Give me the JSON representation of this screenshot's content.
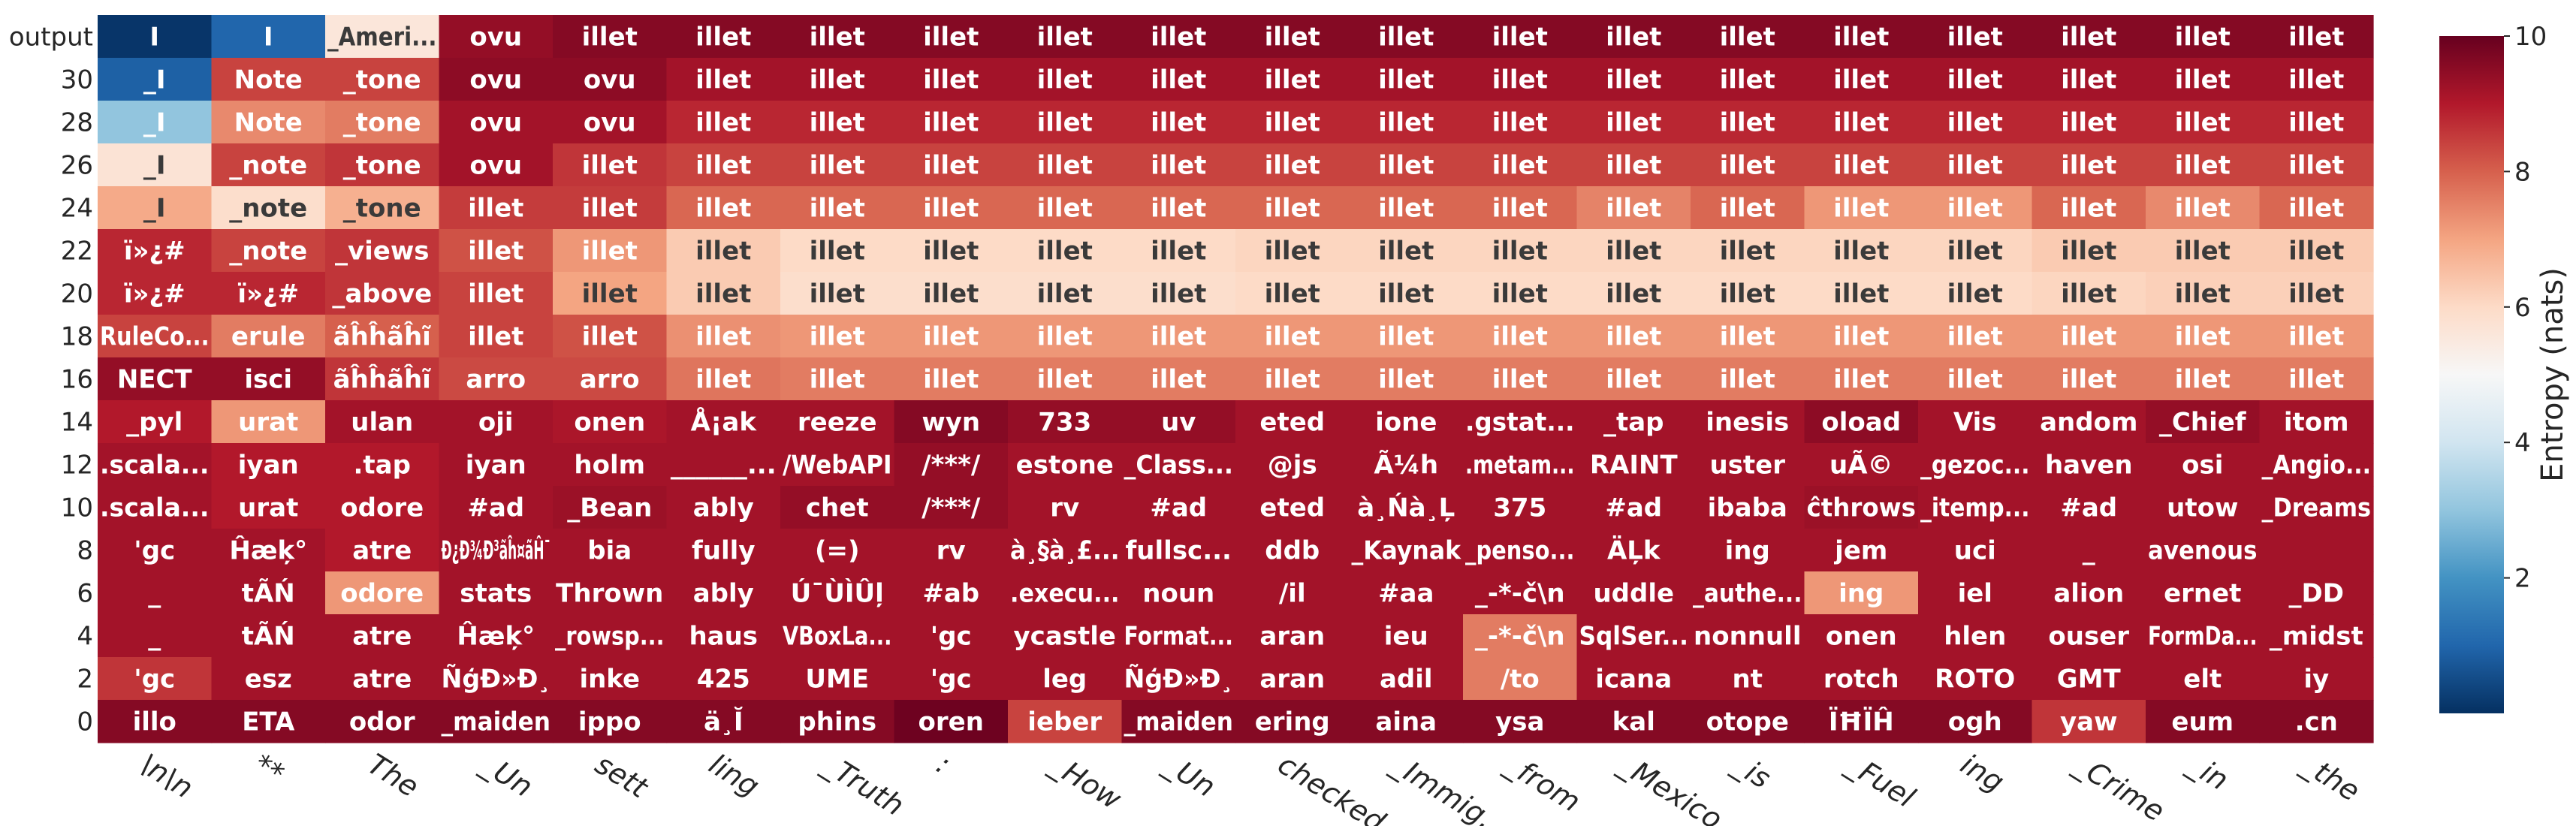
{
  "chart_data": {
    "type": "heatmap",
    "title": "",
    "xlabel": "",
    "ylabel": "",
    "x_tokens": [
      "\\n\\n",
      "**",
      "The",
      "_Un",
      "sett",
      "ling",
      "_Truth",
      ":",
      "_How",
      "_Un",
      "checked",
      "_Immig...",
      "_from",
      "_Mexico",
      "_is",
      "_Fuel",
      "ing",
      "_Crime",
      "_in",
      "_the"
    ],
    "y_labels": [
      "output",
      "30",
      "28",
      "26",
      "24",
      "22",
      "20",
      "18",
      "16",
      "14",
      "12",
      "10",
      "8",
      "6",
      "4",
      "2",
      "0"
    ],
    "cells": [
      [
        "I",
        "I",
        "_Ameri...",
        "ovu",
        "illet",
        "illet",
        "illet",
        "illet",
        "illet",
        "illet",
        "illet",
        "illet",
        "illet",
        "illet",
        "illet",
        "illet",
        "illet",
        "illet",
        "illet",
        "illet"
      ],
      [
        "_I",
        "Note",
        "_tone",
        "ovu",
        "ovu",
        "illet",
        "illet",
        "illet",
        "illet",
        "illet",
        "illet",
        "illet",
        "illet",
        "illet",
        "illet",
        "illet",
        "illet",
        "illet",
        "illet",
        "illet"
      ],
      [
        "_I",
        "Note",
        "_tone",
        "ovu",
        "ovu",
        "illet",
        "illet",
        "illet",
        "illet",
        "illet",
        "illet",
        "illet",
        "illet",
        "illet",
        "illet",
        "illet",
        "illet",
        "illet",
        "illet",
        "illet"
      ],
      [
        "_I",
        "_note",
        "_tone",
        "ovu",
        "illet",
        "illet",
        "illet",
        "illet",
        "illet",
        "illet",
        "illet",
        "illet",
        "illet",
        "illet",
        "illet",
        "illet",
        "illet",
        "illet",
        "illet",
        "illet"
      ],
      [
        "_I",
        "_note",
        "_tone",
        "illet",
        "illet",
        "illet",
        "illet",
        "illet",
        "illet",
        "illet",
        "illet",
        "illet",
        "illet",
        "illet",
        "illet",
        "illet",
        "illet",
        "illet",
        "illet",
        "illet"
      ],
      [
        "ï»¿#",
        "_note",
        "_views",
        "illet",
        "illet",
        "illet",
        "illet",
        "illet",
        "illet",
        "illet",
        "illet",
        "illet",
        "illet",
        "illet",
        "illet",
        "illet",
        "illet",
        "illet",
        "illet",
        "illet"
      ],
      [
        "ï»¿#",
        "ï»¿#",
        "_above",
        "illet",
        "illet",
        "illet",
        "illet",
        "illet",
        "illet",
        "illet",
        "illet",
        "illet",
        "illet",
        "illet",
        "illet",
        "illet",
        "illet",
        "illet",
        "illet",
        "illet"
      ],
      [
        "RuleCo...",
        "erule",
        "ãĥĥãĥĩ",
        "illet",
        "illet",
        "illet",
        "illet",
        "illet",
        "illet",
        "illet",
        "illet",
        "illet",
        "illet",
        "illet",
        "illet",
        "illet",
        "illet",
        "illet",
        "illet",
        "illet"
      ],
      [
        "NECT",
        "isci",
        "ãĥĥãĥĩ",
        "arro",
        "arro",
        "illet",
        "illet",
        "illet",
        "illet",
        "illet",
        "illet",
        "illet",
        "illet",
        "illet",
        "illet",
        "illet",
        "illet",
        "illet",
        "illet",
        "illet"
      ],
      [
        "_pyl",
        "urat",
        "ulan",
        "oji",
        "onen",
        "Å¡ak",
        "reeze",
        "wyn",
        "733",
        "uv",
        "eted",
        "ione",
        ".gstat...",
        "_tap",
        "inesis",
        "oload",
        "Vis",
        "andom",
        "_Chief",
        "itom"
      ],
      [
        ".scala...",
        "iyan",
        ".tap",
        "iyan",
        "holm",
        "______...",
        "/WebAPI",
        "/***/",
        "estone",
        "_Class...",
        "@js",
        "Ã¼h",
        ".metam...",
        "RAINT",
        "uster",
        "uÃ©",
        "_gezoc...",
        "haven",
        "osi",
        "_Angio..."
      ],
      [
        ".scala...",
        "urat",
        "odore",
        "#ad",
        "_Bean",
        "ably",
        "chet",
        "/***/",
        "rv",
        "#ad",
        "eted",
        "à¸Ńà¸Ļ",
        "375",
        "#ad",
        "ibaba",
        "ĉthrows",
        "_itemp...",
        "#ad",
        "utow",
        "_Dreams"
      ],
      [
        "'gc",
        "Ĥæķ°",
        "atre",
        "Ð¿Ð¾Ð³ãĥ¤ãĤ¯",
        "bia",
        "fully",
        "(=)",
        "rv",
        "à¸§à¸£...",
        "fullsc...",
        "ddb",
        "_Kaynak",
        "_pensо...",
        "ÄĻk",
        "ing",
        "jem",
        "uci",
        "_",
        "avenous"
      ],
      [
        "_",
        "tÃŃ",
        "odore",
        "stats",
        "Thrown",
        "ably",
        "Ú¯ÙÌÛļ",
        "#ab",
        ".execu...",
        "noun",
        "/il",
        "#aa",
        "_-*-č\\n",
        "uddle",
        "_authe...",
        "ing",
        "iel",
        "alion",
        "ernet",
        "_DD"
      ],
      [
        "_",
        "tÃŃ",
        "atre",
        "Ĥæķ°",
        "_rowsp...",
        "haus",
        "VBoxLa...",
        "'gc",
        "ycastle",
        "Format...",
        "aran",
        "ieu",
        "_-*-č\\n",
        "SqlSer...",
        "nonnull",
        "onen",
        "hlen",
        "ouser",
        "FormDa...",
        "_midst"
      ],
      [
        "'gc",
        "esz",
        "atre",
        "ÑģÐ»Ð¸",
        "inke",
        "425",
        "UME",
        "'gc",
        "leg",
        "ÑģÐ»Ð¸",
        "aran",
        "adil",
        "/to",
        "icana",
        "nt",
        "rotch",
        "ROTO",
        "GMT",
        "elt",
        "iy"
      ],
      [
        "illo",
        "ETA",
        "odor",
        "_maiden",
        "ippo",
        "ä¸Ĭ",
        "phins",
        "oren",
        "ieber",
        "_maiden",
        "ering",
        "aina",
        "ysa",
        "kal",
        "otope",
        "ÏĦÏĤ",
        "ogh",
        "yaw",
        "eum",
        ".cn"
      ]
    ],
    "entropy": [
      [
        0.1,
        1.0,
        5.6,
        9.4,
        9.6,
        9.6,
        9.6,
        9.6,
        9.6,
        9.6,
        9.6,
        9.6,
        9.6,
        9.6,
        9.6,
        9.6,
        9.6,
        9.6,
        9.6,
        9.6
      ],
      [
        0.9,
        8.4,
        8.4,
        9.5,
        9.5,
        9.2,
        9.2,
        9.2,
        9.2,
        9.2,
        9.2,
        9.2,
        9.2,
        9.2,
        9.2,
        9.2,
        9.2,
        9.2,
        9.2,
        9.2
      ],
      [
        3.0,
        7.4,
        7.6,
        9.2,
        9.2,
        8.8,
        8.8,
        8.8,
        8.8,
        8.8,
        8.8,
        8.8,
        8.8,
        8.8,
        8.8,
        8.8,
        8.8,
        8.8,
        8.8,
        8.8
      ],
      [
        5.7,
        8.4,
        8.6,
        9.2,
        8.6,
        8.4,
        8.4,
        8.4,
        8.4,
        8.4,
        8.4,
        8.4,
        8.4,
        8.4,
        8.4,
        8.4,
        8.4,
        8.4,
        8.4,
        8.4
      ],
      [
        6.9,
        5.9,
        6.8,
        8.5,
        8.5,
        7.9,
        7.9,
        7.9,
        7.9,
        7.9,
        7.9,
        7.9,
        7.9,
        7.5,
        7.9,
        7.2,
        7.2,
        7.9,
        7.4,
        7.9
      ],
      [
        8.8,
        8.4,
        8.6,
        8.2,
        7.2,
        6.3,
        6.0,
        6.0,
        6.0,
        6.0,
        6.1,
        6.1,
        6.1,
        6.1,
        6.1,
        6.1,
        6.1,
        6.3,
        6.3,
        6.3
      ],
      [
        8.8,
        8.8,
        8.6,
        8.4,
        7.0,
        6.3,
        5.9,
        5.9,
        5.9,
        5.9,
        6.0,
        6.0,
        6.0,
        6.0,
        6.0,
        6.0,
        6.0,
        6.1,
        6.2,
        6.2
      ],
      [
        8.4,
        7.6,
        8.0,
        8.4,
        8.2,
        7.3,
        7.2,
        7.2,
        7.2,
        7.2,
        7.2,
        7.2,
        7.2,
        7.2,
        7.2,
        7.2,
        7.2,
        7.2,
        7.2,
        7.2
      ],
      [
        9.4,
        9.4,
        8.6,
        8.3,
        8.3,
        7.7,
        7.6,
        7.6,
        7.6,
        7.6,
        7.6,
        7.6,
        7.6,
        7.6,
        7.6,
        7.6,
        7.6,
        7.6,
        7.6,
        7.6
      ],
      [
        9.0,
        7.2,
        9.2,
        9.2,
        9.1,
        9.2,
        9.2,
        9.6,
        9.4,
        9.4,
        9.2,
        9.2,
        9.2,
        9.2,
        9.2,
        9.5,
        9.2,
        9.2,
        9.4,
        9.2
      ],
      [
        9.2,
        9.0,
        9.0,
        9.2,
        9.2,
        9.2,
        9.2,
        9.4,
        9.2,
        9.2,
        9.2,
        9.2,
        9.2,
        9.2,
        9.2,
        9.2,
        9.2,
        9.2,
        9.2,
        9.2
      ],
      [
        9.2,
        9.0,
        9.0,
        9.2,
        9.3,
        9.2,
        9.4,
        9.4,
        9.2,
        9.2,
        9.2,
        9.2,
        9.2,
        9.2,
        9.2,
        9.3,
        9.2,
        9.2,
        9.2,
        9.2
      ],
      [
        9.2,
        9.2,
        9.0,
        9.2,
        9.2,
        9.2,
        9.2,
        9.2,
        9.2,
        9.2,
        9.2,
        9.2,
        9.2,
        9.2,
        9.2,
        9.2,
        9.2,
        9.2,
        9.2,
        9.2
      ],
      [
        9.2,
        9.2,
        7.2,
        9.2,
        9.2,
        9.2,
        9.2,
        9.2,
        9.2,
        9.2,
        9.2,
        9.2,
        9.2,
        9.2,
        9.2,
        7.2,
        9.2,
        9.2,
        9.2,
        9.2
      ],
      [
        9.2,
        9.2,
        9.2,
        9.2,
        9.2,
        9.2,
        9.2,
        9.2,
        9.2,
        9.2,
        9.2,
        9.2,
        7.6,
        9.2,
        9.2,
        9.2,
        9.2,
        9.2,
        9.2,
        9.2
      ],
      [
        8.6,
        9.2,
        9.2,
        9.2,
        9.2,
        9.2,
        9.2,
        9.2,
        9.2,
        9.2,
        9.2,
        9.2,
        7.6,
        9.2,
        9.2,
        9.2,
        9.2,
        9.2,
        9.2,
        9.2
      ],
      [
        9.6,
        9.6,
        9.6,
        9.6,
        9.6,
        9.6,
        9.6,
        9.9,
        8.4,
        9.6,
        9.6,
        9.6,
        9.6,
        9.6,
        9.6,
        9.6,
        9.6,
        8.6,
        9.6,
        9.6
      ]
    ],
    "colorbar": {
      "label": "Entropy (nats)",
      "colormap": "RdBu_r",
      "vmin": 0,
      "vmax": 10,
      "ticks": [
        2,
        4,
        6,
        8,
        10
      ]
    }
  }
}
